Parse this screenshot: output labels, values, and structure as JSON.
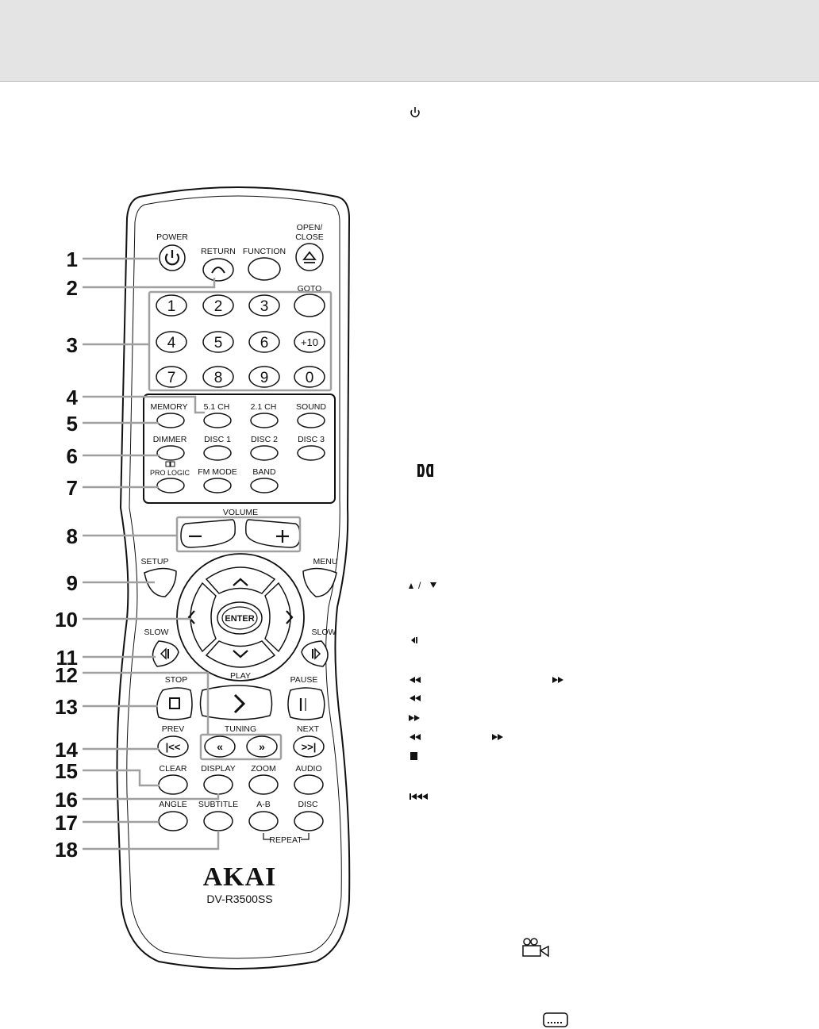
{
  "remote": {
    "brand": "AKAI",
    "model": "DV-R3500SS",
    "labels": {
      "power": "POWER",
      "open_close_1": "OPEN/",
      "open_close_2": "CLOSE",
      "return": "RETURN",
      "function": "FUNCTION",
      "goto": "GOTO",
      "plus10": "+10",
      "memory": "MEMORY",
      "ch51": "5.1 CH",
      "ch21": "2.1 CH",
      "sound": "SOUND",
      "dimmer": "DIMMER",
      "disc1": "DISC 1",
      "disc2": "DISC 2",
      "disc3": "DISC 3",
      "pro_logic": "PRO LOGIC",
      "fm_mode": "FM MODE",
      "band": "BAND",
      "volume": "VOLUME",
      "setup": "SETUP",
      "menu": "MENU",
      "enter": "ENTER",
      "slow_left": "SLOW",
      "slow_right": "SLOW",
      "stop": "STOP",
      "play": "PLAY",
      "pause": "PAUSE",
      "prev": "PREV",
      "tuning": "TUNING",
      "next": "NEXT",
      "clear": "CLEAR",
      "display": "DISPLAY",
      "zoom": "ZOOM",
      "audio": "AUDIO",
      "angle": "ANGLE",
      "subtitle": "SUBTITLE",
      "ab": "A-B",
      "disc": "DISC",
      "repeat": "REPEAT"
    },
    "digits": [
      "1",
      "2",
      "3",
      "4",
      "5",
      "6",
      "7",
      "8",
      "9",
      "0"
    ]
  },
  "callouts": [
    "1",
    "2",
    "3",
    "4",
    "5",
    "6",
    "7",
    "8",
    "9",
    "10",
    "11",
    "12",
    "13",
    "14",
    "15",
    "16",
    "17",
    "18"
  ],
  "icons": [
    "power-icon",
    "dolby-icon",
    "arrow-up-down-icon",
    "slow-reverse-icon",
    "rewind-icon",
    "fast-forward-icon",
    "stop-icon",
    "previous-icon",
    "angle-camera-icon",
    "subtitle-icon"
  ]
}
